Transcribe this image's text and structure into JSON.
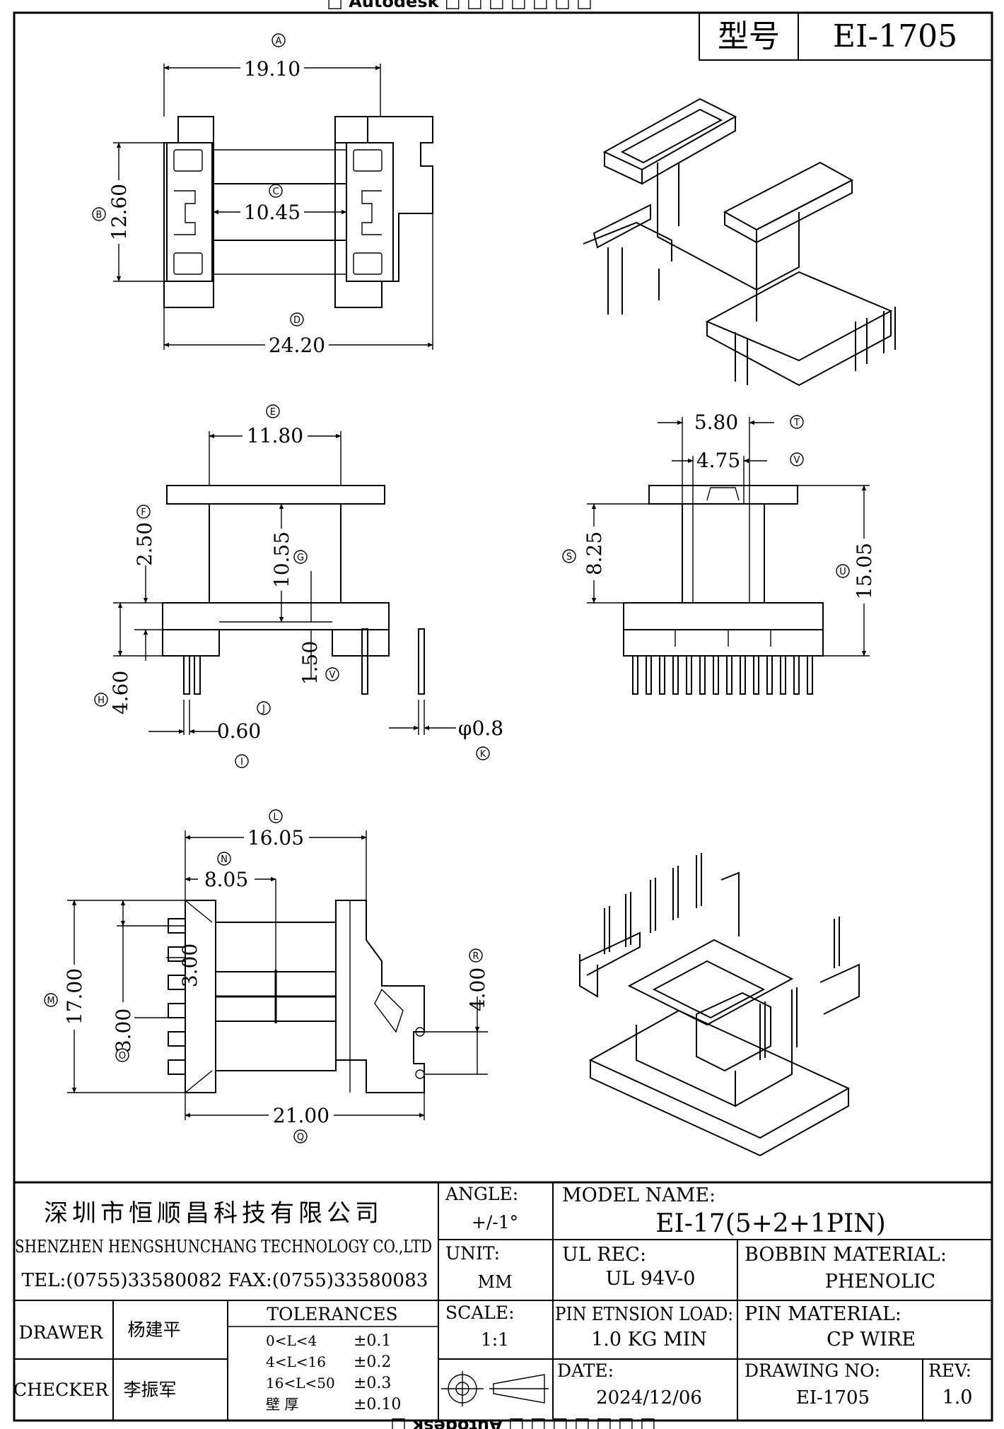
{
  "watermark": {
    "top": "□ Autodesk □ □ □ □ □ □ □",
    "bottom": "□ □ □ □ □ □ □ Autodesk □"
  },
  "header": {
    "type_label": "型号",
    "type_value": "EI-1705"
  },
  "views": {
    "top_view": {
      "A": "19.10",
      "B": "12.60",
      "C": "10.45",
      "D": "24.20"
    },
    "front_view": {
      "E": "11.80",
      "F": "2.50",
      "G": "10.55",
      "H": "4.60",
      "I": "0.60",
      "J": "",
      "K": "φ0.8",
      "V": "1.50"
    },
    "side_view": {
      "T": "5.80",
      "V": "4.75",
      "S": "8.25",
      "U": "15.05"
    },
    "bottom_view": {
      "L": "16.05",
      "N": "8.05",
      "M": "17.00",
      "O": "3.00",
      "O2": "3.00",
      "R": "4.00",
      "Q": "21.00"
    }
  },
  "balloons": [
    "A",
    "B",
    "C",
    "D",
    "E",
    "F",
    "G",
    "H",
    "I",
    "J",
    "K",
    "V",
    "T",
    "V",
    "S",
    "U",
    "L",
    "N",
    "M",
    "O",
    "R",
    "Q"
  ],
  "title_block": {
    "company_cn": "深圳市恒顺昌科技有限公司",
    "company_en": "SHENZHEN HENGSHUNCHANG TECHNOLOGY CO.,LTD",
    "contact": "TEL:(0755)33580082 FAX:(0755)33580083",
    "angle_label": "ANGLE:",
    "angle_value": "+/-1°",
    "model_label": "MODEL NAME:",
    "model_value": "EI-17(5+2+1PIN)",
    "unit_label": "UNIT:",
    "unit_value": "MM",
    "ul_label": "UL REC:",
    "ul_value": "UL 94V-0",
    "bobbin_label": "BOBBIN MATERIAL:",
    "bobbin_value": "PHENOLIC",
    "drawer_label": "DRAWER",
    "drawer_value": "杨建平",
    "checker_label": "CHECKER",
    "checker_value": "李振军",
    "tolerances_label": "TOLERANCES",
    "tolerances": [
      {
        "range": "0<L<4",
        "value": "±0.1"
      },
      {
        "range": "4<L<16",
        "value": "±0.2"
      },
      {
        "range": "16<L<50",
        "value": "±0.3"
      },
      {
        "range": "壁  厚",
        "value": "±0.10"
      }
    ],
    "scale_label": "SCALE:",
    "scale_value": "1:1",
    "pin_load_label": "PIN ETNSION LOAD:",
    "pin_load_value": "1.0 KG MIN",
    "pin_material_label": "PIN MATERIAL:",
    "pin_material_value": "CP WIRE",
    "date_label": "DATE:",
    "date_value": "2024/12/06",
    "drawing_no_label": "DRAWING NO:",
    "drawing_no_value": "EI-1705",
    "rev_label": "REV:",
    "rev_value": "1.0"
  }
}
